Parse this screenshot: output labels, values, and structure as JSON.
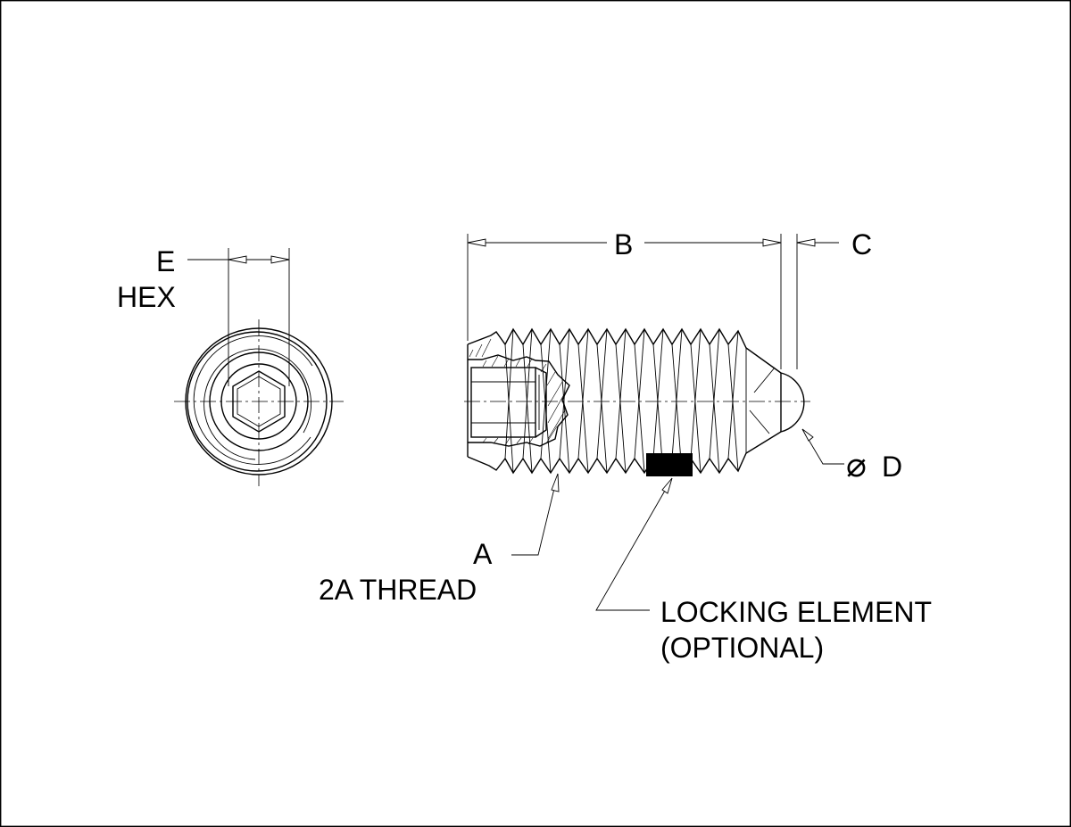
{
  "labels": {
    "e": "E",
    "hex": "HEX",
    "b": "B",
    "c": "C",
    "d_symbol": "⌀",
    "d": "D",
    "a": "A",
    "thread": "2A THREAD",
    "locking_line1": "LOCKING ELEMENT",
    "locking_line2": "(OPTIONAL)"
  },
  "colors": {
    "line": "#000000",
    "background": "#ffffff",
    "locking_element": "#000000"
  }
}
